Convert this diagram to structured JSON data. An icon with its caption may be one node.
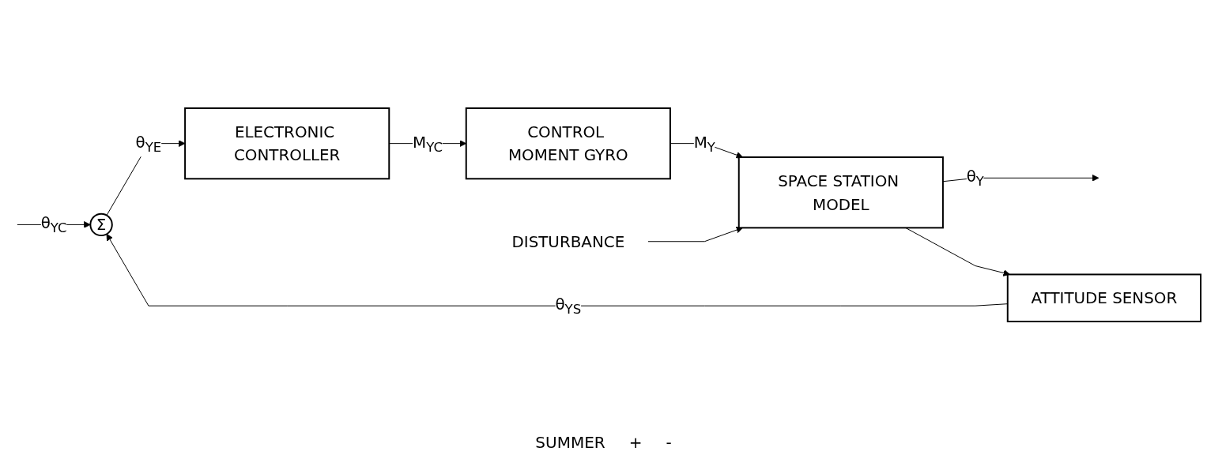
{
  "diagram": {
    "nodes": [
      {
        "text": [
          "Σ"
        ]
      },
      {
        "text": [
          "ELECTRONIC CONTROLLER"
        ]
      },
      {
        "text": [
          "CONTROL MOMENT GYRO"
        ]
      },
      {
        "text": [
          "SPACE STATION MODEL"
        ]
      },
      {
        "text": [
          "ATTITUDE SENSOR"
        ]
      },
      {
        "text": [
          "DISTURBANCE"
        ]
      }
    ],
    "edges": [
      {
        "from": null,
        "to": 0,
        "arrow": "to",
        "label": "θ$_{YC}$"
      },
      {
        "from": 0,
        "to": 1,
        "arrow": "to",
        "label": "θ$_{YE}$"
      },
      {
        "from": 1,
        "to": 2,
        "arrow": "to",
        "label": "M$_{YC}$"
      },
      {
        "from": 2,
        "to": 3,
        "arrow": "to",
        "label": "M$_{Y}$"
      },
      {
        "from": 5,
        "to": 3,
        "arrow": "to"
      },
      {
        "from": 3,
        "to": null,
        "arrow": "to",
        "label": "θ$_{Y}$"
      },
      {
        "from": 3,
        "to": 4,
        "arrow": "to"
      },
      {
        "from": 4,
        "to": 0,
        "arrow": "to",
        "label": "θ$_{YS}$"
      }
    ],
    "labels": [
      "SUMMER",
      "+",
      "-"
    ]
  }
}
